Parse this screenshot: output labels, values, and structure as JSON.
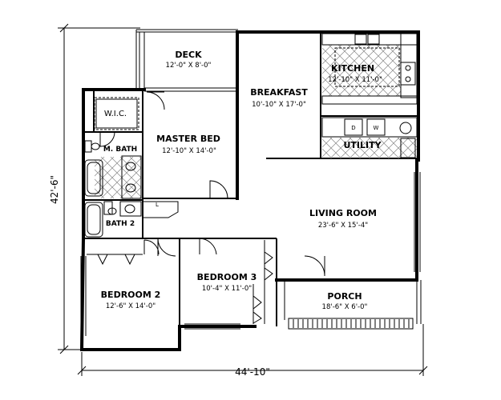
{
  "dimensions": {
    "width_label": "44'-10\"",
    "height_label": "42'-6\""
  },
  "rooms": {
    "deck": {
      "name": "DECK",
      "size": "12'-0\" X 8'-0\""
    },
    "kitchen": {
      "name": "KITCHEN",
      "size": "12'-10\" X 11'-0\""
    },
    "breakfast": {
      "name": "BREAKFAST",
      "size": "10'-10\" X 17'-0\""
    },
    "wic": {
      "name": "W.I.C."
    },
    "master_bed": {
      "name": "MASTER BED",
      "size": "12'-10\" X 14'-0\""
    },
    "master_bath": {
      "name": "M. BATH"
    },
    "utility": {
      "name": "UTILITY"
    },
    "bath2": {
      "name": "BATH 2"
    },
    "living_room": {
      "name": "LIVING ROOM",
      "size": "23'-6\" X 15'-4\""
    },
    "bedroom3": {
      "name": "BEDROOM 3",
      "size": "10'-4\" X 11'-0\""
    },
    "bedroom2": {
      "name": "BEDROOM 2",
      "size": "12'-6\" X 14'-0\""
    },
    "porch": {
      "name": "PORCH",
      "size": "18'-6\" X 6'-0\""
    }
  },
  "appliances": {
    "dryer": "D",
    "washer": "W",
    "linen": "L"
  }
}
